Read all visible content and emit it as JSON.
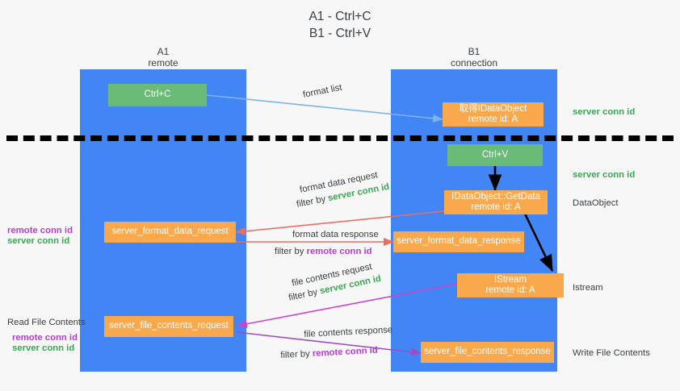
{
  "title": "A1 - Ctrl+C\nB1 - Ctrl+V",
  "lanes": [
    {
      "name": "A1",
      "sub": "remote",
      "header": "A1\nremote"
    },
    {
      "name": "B1",
      "sub": "connection",
      "header": "B1\nconnection"
    }
  ],
  "nodes": [
    {
      "id": "ctrl-c",
      "label": "Ctrl+C",
      "color": "green"
    },
    {
      "id": "idataobject",
      "label": "取得IDataObject\nremote id: A",
      "color": "orange"
    },
    {
      "id": "ctrl-v",
      "label": "Ctrl+V",
      "color": "green"
    },
    {
      "id": "getdata",
      "label": "IDataObject::GetData\nremote id: A",
      "color": "orange"
    },
    {
      "id": "format-data-request",
      "label": "server_format_data_request",
      "color": "orange"
    },
    {
      "id": "format-data-response",
      "label": "server_format_data_response",
      "color": "orange"
    },
    {
      "id": "istream",
      "label": "IStream\nremote id: A",
      "color": "orange"
    },
    {
      "id": "file-contents-request",
      "label": "server_file_contents_request",
      "color": "orange"
    },
    {
      "id": "file-contents-response",
      "label": "server_file_contents_response",
      "color": "orange"
    }
  ],
  "edge_labels": {
    "format_list": "format list",
    "format_data_request": "format data request",
    "format_data_response": "format data response",
    "file_contents_request": "file contents request",
    "file_contents_response": "file contents response",
    "filter_by": "filter by ",
    "server_conn_id": "server conn id",
    "remote_conn_id": "remote conn id"
  },
  "side_labels": {
    "right_server_conn_id_1": "server conn id",
    "right_server_conn_id_2": "server conn id",
    "right_dataobject": "DataObject",
    "right_istream": "Istream",
    "right_write_file_contents": "Write File Contents",
    "left_remote_conn_id": "remote conn id",
    "left_server_conn_id": "server conn id",
    "left_read_file_contents": "Read File Contents",
    "left_remote_conn_id_2": "remote conn id",
    "left_server_conn_id_2": "server conn id"
  },
  "colors": {
    "lane": "#4285f4",
    "green_node": "#6aba78",
    "orange_node": "#f9a94c",
    "green_text": "#38a852",
    "purple_text": "#b23fd0",
    "arrow_blue": "#7fb3e8",
    "arrow_red": "#ea6d63",
    "arrow_magenta": "#cc44cc",
    "arrow_purple": "#9c4fc4",
    "arrow_black": "#000000",
    "background": "#f7f7f7"
  }
}
